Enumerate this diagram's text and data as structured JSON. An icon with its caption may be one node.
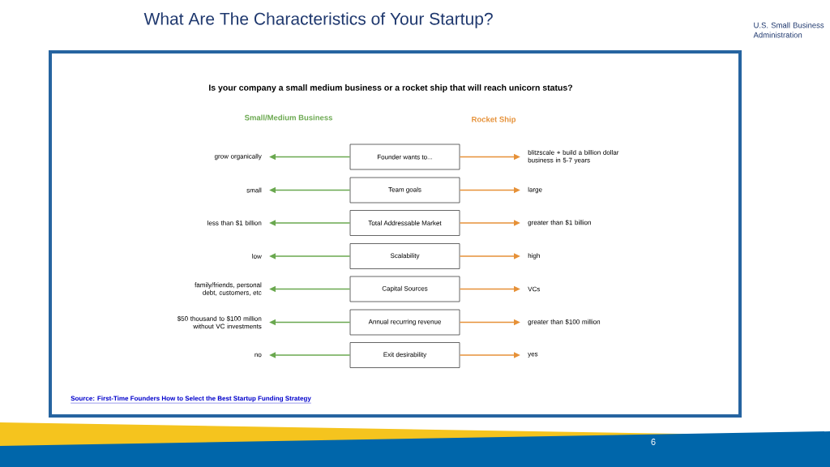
{
  "diagram": {
    "title": "What Are The Characteristics of Your Startup?",
    "caption": "Source: First-Time Founders How to Select the Best Startup Funding Strategy",
    "nodes": [
      {
        "text": [
          "Founder wants to..."
        ]
      },
      {
        "text": [
          "Team goals"
        ]
      },
      {
        "text": [
          "Total Addressable Market"
        ]
      },
      {
        "text": [
          "Scalability"
        ]
      },
      {
        "text": [
          "Capital Sources"
        ]
      },
      {
        "text": [
          "Annual recurring revenue"
        ]
      },
      {
        "text": [
          "Exit desirability"
        ]
      },
      {
        "text": [
          "grow organically"
        ]
      },
      {
        "text": [
          "small"
        ]
      },
      {
        "text": [
          "less than $1 billion"
        ]
      },
      {
        "text": [
          "low"
        ]
      },
      {
        "text": [
          "family/friends, personal debt, customers, etc"
        ]
      },
      {
        "text": [
          "$50 thousand to $100 million without VC investments"
        ]
      },
      {
        "text": [
          "no"
        ]
      },
      {
        "text": [
          "blitzscale + build a billion dollar business in 5-7 years"
        ]
      },
      {
        "text": [
          "large"
        ]
      },
      {
        "text": [
          "greater than $1 billion"
        ]
      },
      {
        "text": [
          "high"
        ]
      },
      {
        "text": [
          "VCs"
        ]
      },
      {
        "text": [
          "greater than $100 million"
        ]
      },
      {
        "text": [
          "yes"
        ]
      }
    ],
    "edges": [
      {
        "from": 0,
        "to": 7,
        "arrow": "to",
        "color": "#6aa84f"
      },
      {
        "from": 0,
        "to": 14,
        "arrow": "to",
        "color": "#e69138"
      },
      {
        "from": 1,
        "to": 8,
        "arrow": "to",
        "color": "#6aa84f"
      },
      {
        "from": 1,
        "to": 15,
        "arrow": "to",
        "color": "#e69138"
      },
      {
        "from": 2,
        "to": 9,
        "arrow": "to",
        "color": "#6aa84f"
      },
      {
        "from": 2,
        "to": 16,
        "arrow": "to",
        "color": "#e69138"
      },
      {
        "from": 3,
        "to": 10,
        "arrow": "to",
        "color": "#6aa84f"
      },
      {
        "from": 3,
        "to": 17,
        "arrow": "to",
        "color": "#e69138"
      },
      {
        "from": 4,
        "to": 11,
        "arrow": "to",
        "color": "#6aa84f"
      },
      {
        "from": 4,
        "to": 18,
        "arrow": "to",
        "color": "#e69138"
      },
      {
        "from": 5,
        "to": 12,
        "arrow": "to",
        "color": "#6aa84f"
      },
      {
        "from": 5,
        "to": 19,
        "arrow": "to",
        "color": "#e69138"
      },
      {
        "from": 6,
        "to": 13,
        "arrow": "to",
        "color": "#6aa84f"
      },
      {
        "from": 6,
        "to": 20,
        "arrow": "to",
        "color": "#e69138"
      }
    ],
    "labels": [
      "U.S. Small Business Administration",
      "Is your company a small medium business or a rocket ship that will reach unicorn status?",
      "Small/Medium Business",
      "Rocket Ship",
      "6"
    ]
  }
}
